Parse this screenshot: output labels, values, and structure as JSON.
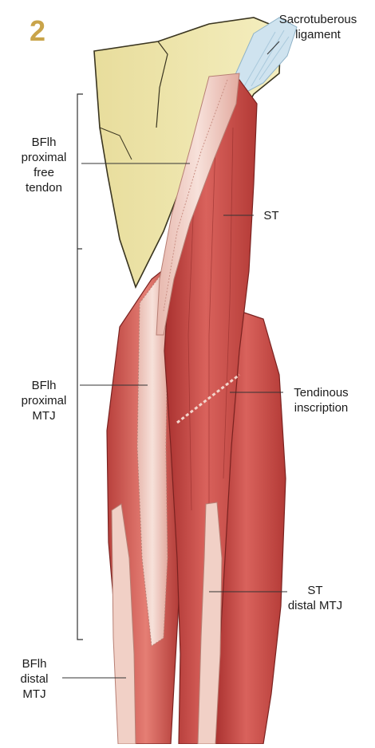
{
  "figure": {
    "panel_number": "2",
    "labels": {
      "sacrotuberous": [
        "Sacrotuberous",
        "ligament"
      ],
      "bflh_proximal_free_tendon": [
        "BFlh",
        "proximal",
        "free",
        "tendon"
      ],
      "st": [
        "ST"
      ],
      "bflh_proximal_mtj": [
        "BFlh",
        "proximal",
        "MTJ"
      ],
      "tendinous_inscription": [
        "Tendinous",
        "inscription"
      ],
      "st_distal_mtj": [
        "ST",
        "distal MTJ"
      ],
      "bflh_distal_mtj": [
        "BFlh",
        "distal",
        "MTJ"
      ]
    }
  },
  "colors": {
    "bone": "#ece4a8",
    "bone_outline": "#3a3520",
    "muscle": "#c94a48",
    "muscle_light": "#e07a72",
    "tendon": "#f3d5cc",
    "ligament": "#cfe3ef",
    "number": "#c9a44a"
  }
}
